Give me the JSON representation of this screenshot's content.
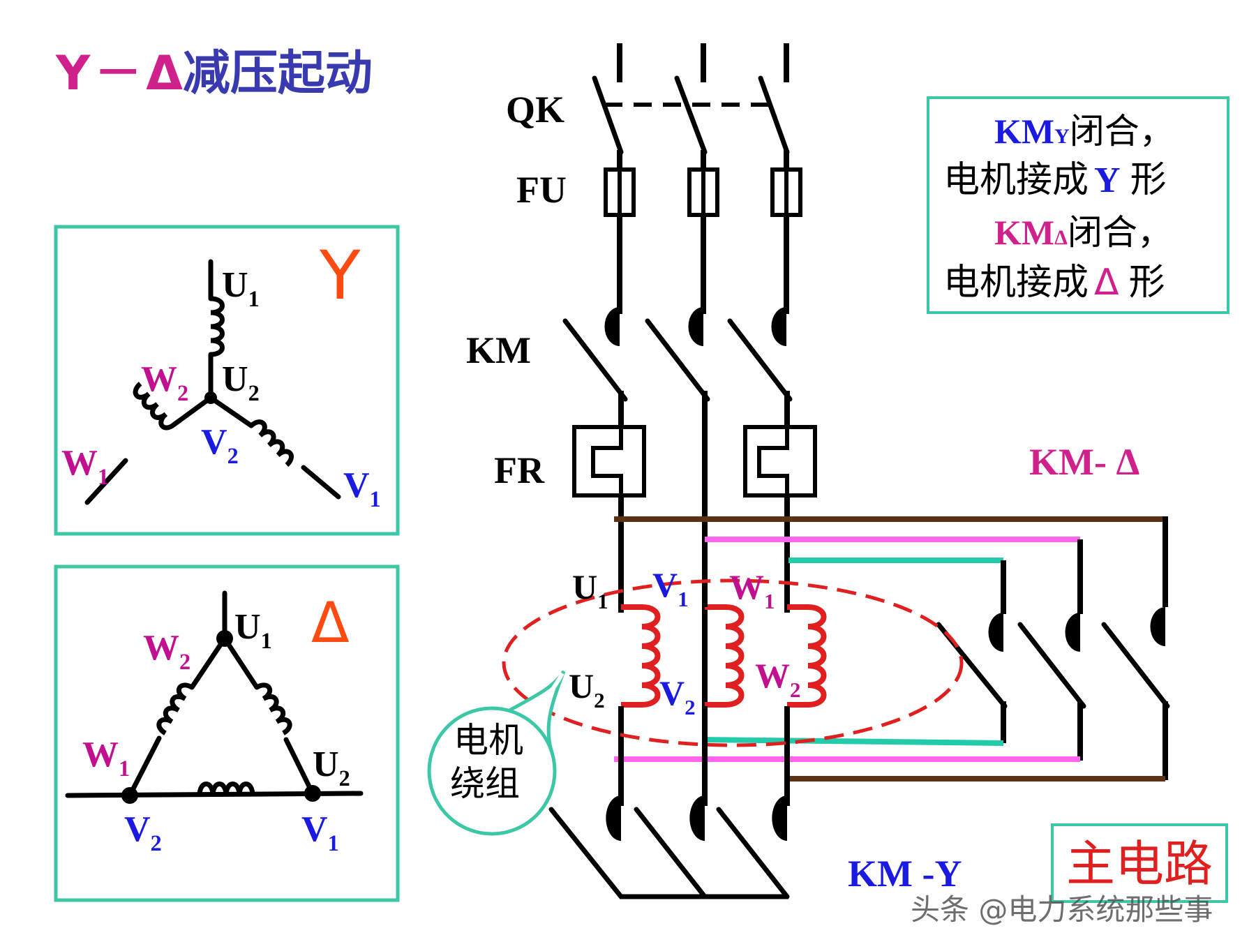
{
  "title": {
    "y": "Y",
    "dash": "－",
    "delta": "Δ",
    "rest": "减压起动"
  },
  "colors": {
    "magenta": "#d0208c",
    "blue": "#1a1ae0",
    "red": "#e02020",
    "orange": "#ff4a10",
    "teal": "#3cc7a6",
    "brown": "#5b3216",
    "pink": "#ff66ee",
    "green": "#22ccaa",
    "black": "#000000"
  },
  "y_box": {
    "symbol": "Y",
    "u1": "U",
    "u1_sub": "1",
    "u2": "U",
    "u2_sub": "2",
    "v1": "V",
    "v1_sub": "1",
    "v2": "V",
    "v2_sub": "2",
    "w1": "W",
    "w1_sub": "1",
    "w2": "W",
    "w2_sub": "2"
  },
  "delta_box": {
    "symbol": "Δ",
    "u1": "U",
    "u1_sub": "1",
    "u2": "U",
    "u2_sub": "2",
    "v1": "V",
    "v1_sub": "1",
    "v2": "V",
    "v2_sub": "2",
    "w1": "W",
    "w1_sub": "1",
    "w2": "W",
    "w2_sub": "2"
  },
  "circuit": {
    "qk": "QK",
    "fu": "FU",
    "km": "KM",
    "fr": "FR",
    "km_delta": "KM- Δ",
    "km_y": "KM -Y",
    "winding_callout_line1": "电机",
    "winding_callout_line2": "绕组",
    "u1": "U",
    "u1_sub": "1",
    "v1": "V",
    "v1_sub": "1",
    "w1": "W",
    "w1_sub": "1",
    "u2": "U",
    "u2_sub": "2",
    "v2": "V",
    "v2_sub": "2",
    "w2": "W",
    "w2_sub": "2"
  },
  "note": {
    "l1_km": "KM",
    "l1_sub": "Y",
    "l1_text": "闭合，",
    "l2_text": "电机接成",
    "l2_sym": "Y",
    "l2_end": "形",
    "l3_km": "KM",
    "l3_sub": "Δ",
    "l3_text": "闭合，",
    "l4_text": "电机接成",
    "l4_sym": "Δ",
    "l4_end": "形"
  },
  "main_circuit_label": "主电路",
  "watermark": "头条 @电力系统那些事"
}
